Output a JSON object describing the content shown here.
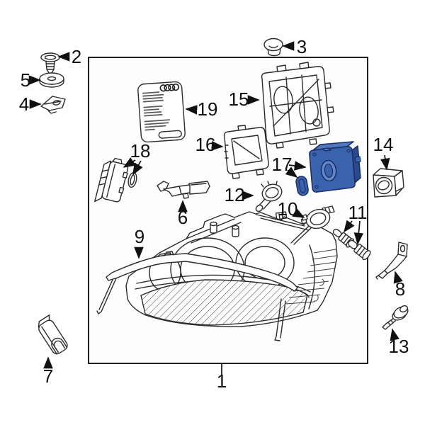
{
  "diagram": {
    "kind": "exploded-parts-diagram",
    "subject": "headlight-assembly",
    "highlighted_callout": "17",
    "colors": {
      "line": "#2b2b2b",
      "highlight_fill": "#3a63ad",
      "highlight_top": "#4f77bb",
      "highlight_side": "#2a4a8c",
      "highlight_outline": "#1b2c66",
      "background": "#ffffff"
    },
    "brand_icon": "audi-four-rings"
  },
  "callout_labels": [
    "1",
    "2",
    "3",
    "4",
    "5",
    "6",
    "7",
    "8",
    "9",
    "10",
    "11",
    "12",
    "13",
    "14",
    "15",
    "16",
    "17",
    "18",
    "19"
  ]
}
